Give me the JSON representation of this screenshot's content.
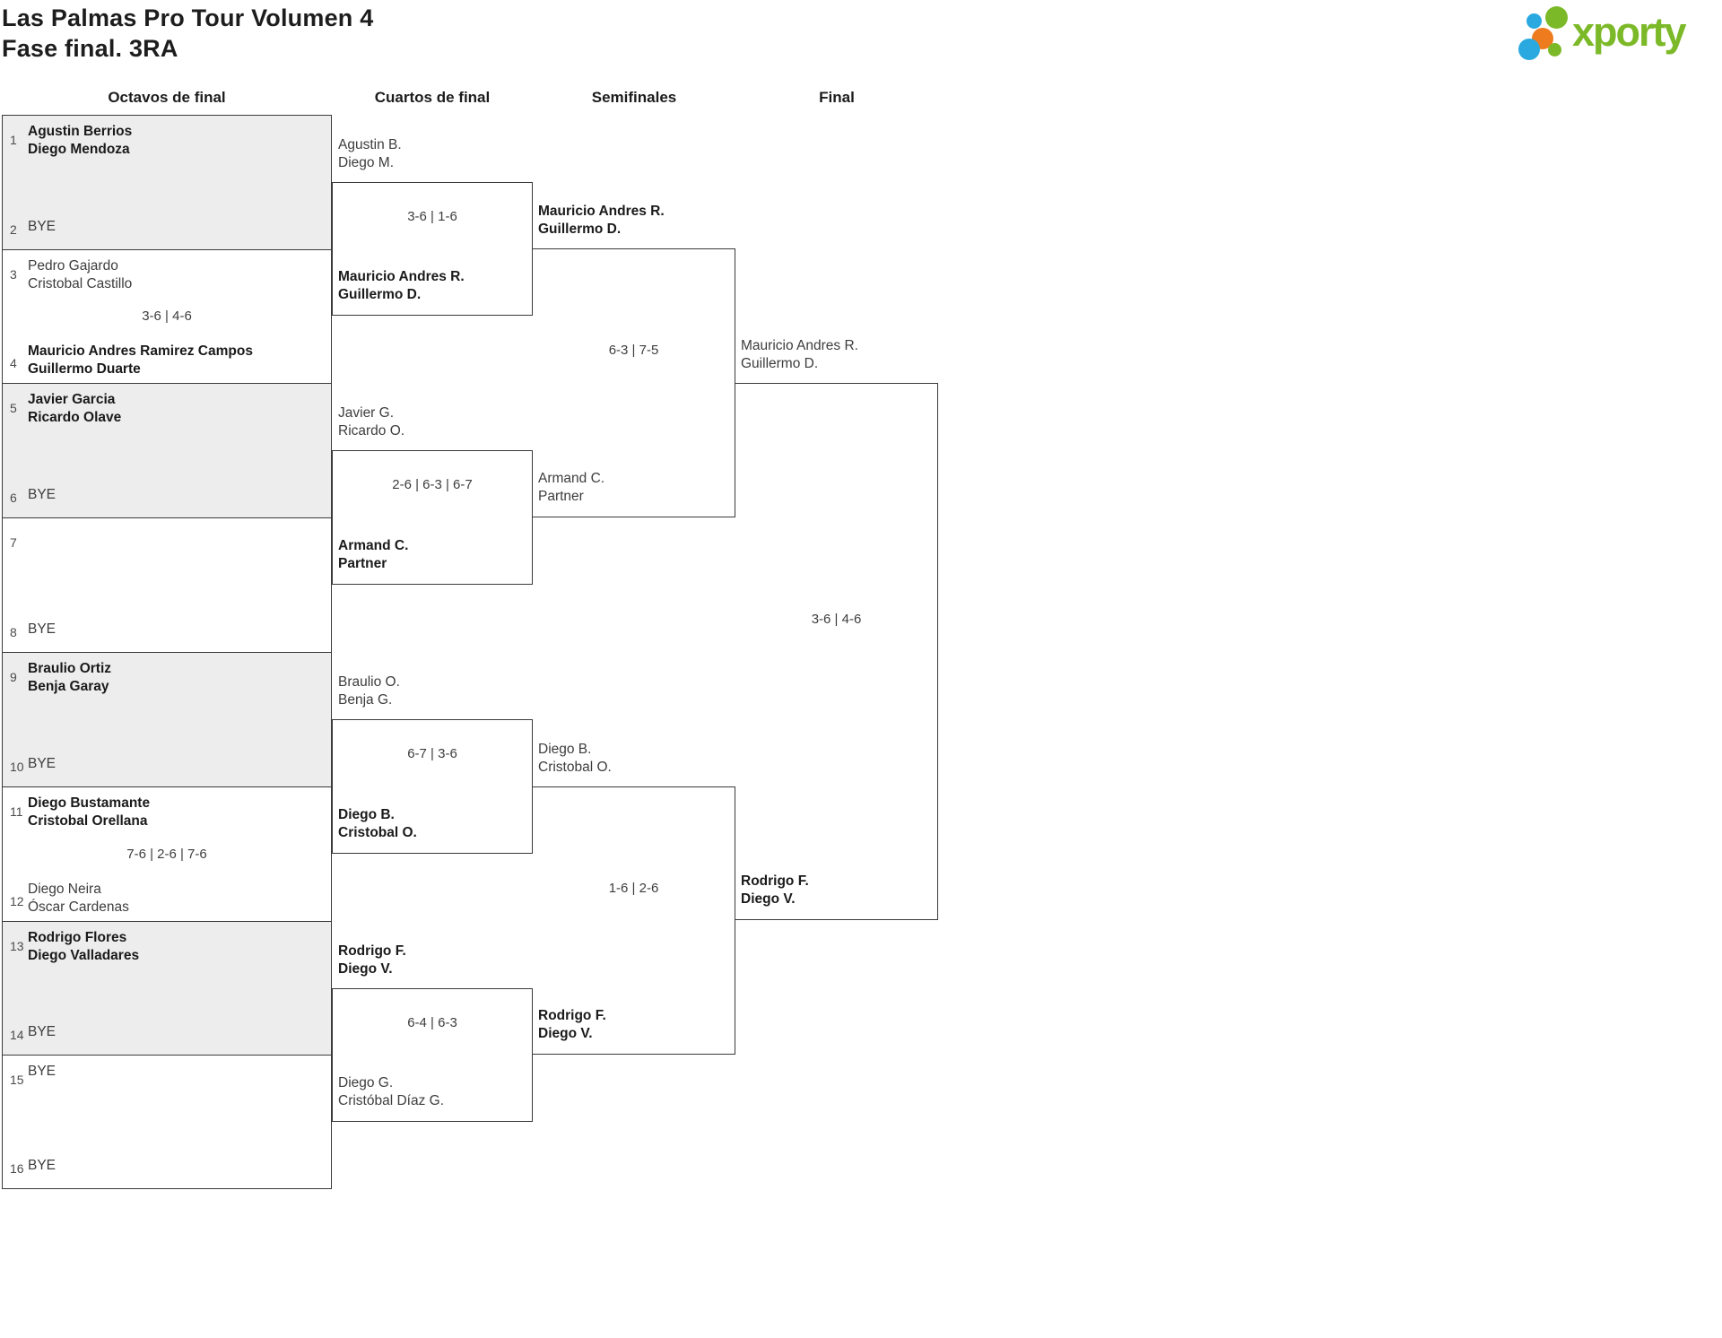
{
  "title": {
    "line1": "Las Palmas Pro Tour Volumen 4",
    "line2": "Fase final. 3RA"
  },
  "brand": {
    "name": "xporty",
    "colors": {
      "green": "#7cb928",
      "blue": "#2aa9e0",
      "orange": "#ee7b1e"
    }
  },
  "headers": {
    "r16": "Octavos de final",
    "qf": "Cuartos de final",
    "sf": "Semifinales",
    "final": "Final"
  },
  "r16": [
    {
      "top": {
        "seed": "1",
        "line1": "Agustin Berrios",
        "line2": "Diego Mendoza"
      },
      "score": "",
      "bottom": {
        "seed": "2",
        "line1": "BYE",
        "line2": ""
      }
    },
    {
      "top": {
        "seed": "3",
        "line1": "Pedro Gajardo",
        "line2": "Cristobal Castillo"
      },
      "score": "3-6 | 4-6",
      "bottom": {
        "seed": "4",
        "line1": "Mauricio Andres Ramirez Campos",
        "line2": "Guillermo Duarte"
      }
    },
    {
      "top": {
        "seed": "5",
        "line1": "Javier Garcia",
        "line2": "Ricardo Olave"
      },
      "score": "",
      "bottom": {
        "seed": "6",
        "line1": "BYE",
        "line2": ""
      }
    },
    {
      "top": {
        "seed": "7",
        "line1": "",
        "line2": ""
      },
      "score": "",
      "bottom": {
        "seed": "8",
        "line1": "BYE",
        "line2": ""
      }
    },
    {
      "top": {
        "seed": "9",
        "line1": "Braulio Ortiz",
        "line2": "Benja Garay"
      },
      "score": "",
      "bottom": {
        "seed": "10",
        "line1": "BYE",
        "line2": ""
      }
    },
    {
      "top": {
        "seed": "11",
        "line1": "Diego Bustamante",
        "line2": "Cristobal Orellana"
      },
      "score": "7-6 | 2-6 | 7-6",
      "bottom": {
        "seed": "12",
        "line1": "Diego Neira",
        "line2": "Óscar Cardenas"
      }
    },
    {
      "top": {
        "seed": "13",
        "line1": "Rodrigo Flores",
        "line2": "Diego Valladares"
      },
      "score": "",
      "bottom": {
        "seed": "14",
        "line1": "BYE",
        "line2": ""
      }
    },
    {
      "top": {
        "seed": "15",
        "line1": "BYE",
        "line2": ""
      },
      "score": "",
      "bottom": {
        "seed": "16",
        "line1": "BYE",
        "line2": ""
      }
    }
  ],
  "qf": [
    {
      "top": {
        "line1": "Agustin B.",
        "line2": "Diego M."
      },
      "score": "3-6 | 1-6",
      "bottom": {
        "line1": "Mauricio Andres R.",
        "line2": "Guillermo D."
      }
    },
    {
      "top": {
        "line1": "Javier G.",
        "line2": "Ricardo O."
      },
      "score": "2-6 | 6-3 | 6-7",
      "bottom": {
        "line1": "Armand C.",
        "line2": "Partner"
      }
    },
    {
      "top": {
        "line1": "Braulio O.",
        "line2": "Benja G."
      },
      "score": "6-7 | 3-6",
      "bottom": {
        "line1": "Diego B.",
        "line2": "Cristobal O."
      }
    },
    {
      "top": {
        "line1": "Rodrigo F.",
        "line2": "Diego V."
      },
      "score": "6-4 | 6-3",
      "bottom": {
        "line1": "Diego G.",
        "line2": "Cristóbal Díaz G."
      }
    }
  ],
  "sf": [
    {
      "top": {
        "line1": "Mauricio Andres R.",
        "line2": "Guillermo D."
      },
      "score": "6-3 | 7-5",
      "bottom": {
        "line1": "Armand C.",
        "line2": "Partner"
      }
    },
    {
      "top": {
        "line1": "Diego B.",
        "line2": "Cristobal O."
      },
      "score": "1-6 | 2-6",
      "bottom": {
        "line1": "Rodrigo F.",
        "line2": "Diego V."
      }
    }
  ],
  "final": {
    "top": {
      "line1": "Mauricio Andres R.",
      "line2": "Guillermo D."
    },
    "score": "3-6 | 4-6",
    "bottom": {
      "line1": "Rodrigo F.",
      "line2": "Diego V."
    }
  }
}
